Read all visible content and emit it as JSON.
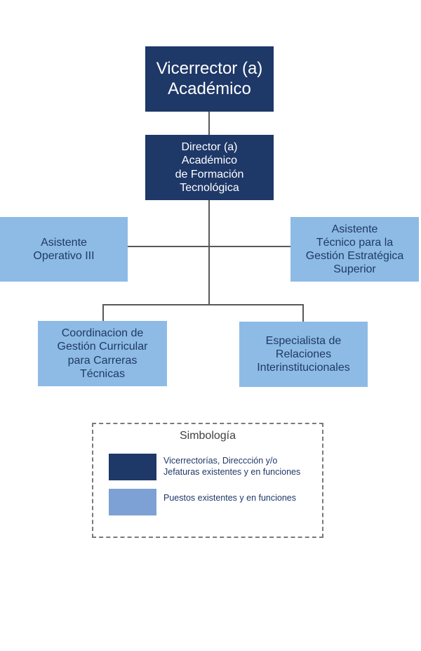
{
  "orgchart": {
    "vicerrector": "Vicerrector (a)\nAcadémico",
    "director": "Director (a)\nAcadémico\nde Formación\nTecnológica",
    "asistente_operativo": "Asistente\nOperativo III",
    "asistente_tecnico": "Asistente\nTécnico para la\nGestión Estratégica\nSuperior",
    "coordinacion": "Coordinacion de\nGestión Curricular\npara Carreras\nTécnicas",
    "especialista": "Especialista de\nRelaciones\nInterinstitucionales"
  },
  "legend": {
    "title": "Simbología",
    "items": [
      {
        "label": "Vicerrectorías, Direccción y/o\nJefaturas existentes y en funciones",
        "color": "#1e3868"
      },
      {
        "label": "Puestos existentes y en funciones",
        "color": "#7da1d4"
      }
    ]
  },
  "colors": {
    "dark_box": "#1e3868",
    "light_box": "#8dbbe5",
    "connector": "#595959"
  }
}
